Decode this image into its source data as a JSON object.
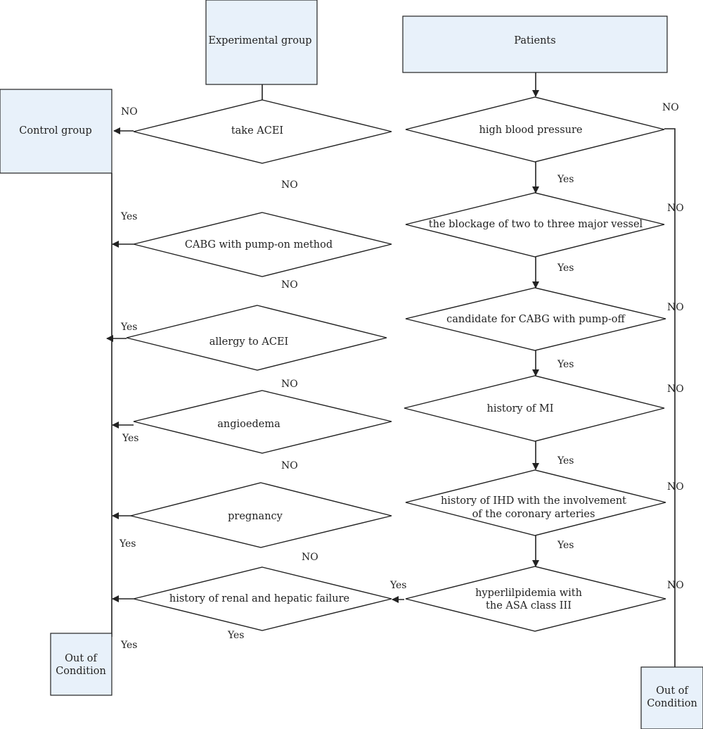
{
  "boxes": {
    "experimental": "Experimental group",
    "patients": "Patients",
    "control": "Control group",
    "out_left": [
      "Out of",
      "Condition"
    ],
    "out_right": [
      "Out of",
      "Condition"
    ]
  },
  "decisions": {
    "take_acei": "take ACEI",
    "cabg_pump_on": "CABG with pump-on method",
    "allergy_acei": "allergy to ACEI",
    "angioedema": "angioedema",
    "pregnancy": "pregnancy",
    "renal_hepatic": "history of renal and hepatic failure",
    "high_bp": "high blood pressure",
    "blockage": "the blockage of two to  three major vessel",
    "candidate_cabg": "candidate for CABG with pump-off",
    "history_mi": "history of MI",
    "history_ihd": [
      "history of IHD with the involvement",
      "of the coronary arteries"
    ],
    "hyperlipidemia": [
      "hyperlilpidemia with",
      "the ASA class III"
    ]
  },
  "edge_labels": {
    "no_take_acei": "NO",
    "no_below_take_acei": "NO",
    "yes_cabg_on": "Yes",
    "no_below_cabg_on": "NO",
    "yes_allergy": "Yes",
    "no_below_allergy": "NO",
    "yes_angioedema": "Yes",
    "no_below_angioedema": "NO",
    "yes_pregnancy": "Yes",
    "no_below_pregnancy": "NO",
    "yes_renal_out": "Yes",
    "yes_renal_bottom": "Yes",
    "yes_hyperlipidemia": "Yes",
    "no_high_bp": "NO",
    "yes_high_bp": "Yes",
    "no_blockage": "NO",
    "yes_blockage": "Yes",
    "no_candidate": "NO",
    "yes_candidate": "Yes",
    "no_mi": "NO",
    "yes_mi": "Yes",
    "no_ihd": "NO",
    "yes_ihd": "Yes",
    "no_hyperlipidemia": "NO"
  }
}
